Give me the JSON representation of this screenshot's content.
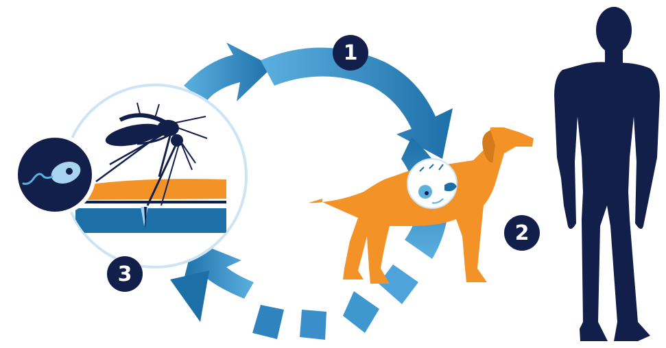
{
  "steps": [
    {
      "number": "1"
    },
    {
      "number": "2"
    },
    {
      "number": "3"
    }
  ],
  "icons": {
    "mosquito": "mosquito-icon",
    "larva": "larva-icon",
    "dog": "dog-icon",
    "human": "human-silhouette-icon",
    "cycle_arrow": "cycle-arrow-icon"
  },
  "colors": {
    "navy": "#131f4b",
    "arrow_dark": "#1d6fa8",
    "arrow_light": "#5bb0e0",
    "dog_orange": "#f39327",
    "skin_orange": "#f39327",
    "skin_blue": "#1d6fa8",
    "circle_outline": "#cde4f4",
    "badge_text": "#ffffff"
  }
}
